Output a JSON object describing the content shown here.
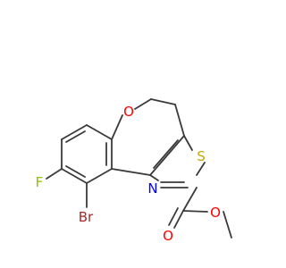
{
  "molecule": {
    "atoms": {
      "Br": {
        "text": "Br",
        "color": "#a52a2a"
      },
      "F": {
        "text": "F",
        "color": "#8fbf00"
      },
      "O_ring": {
        "text": "O",
        "color": "#ff0000"
      },
      "S": {
        "text": "S",
        "color": "#c8a800"
      },
      "N": {
        "text": "N",
        "color": "#0000ff"
      },
      "O_carbonyl": {
        "text": "O",
        "color": "#ff0000"
      },
      "O_ester": {
        "text": "O",
        "color": "#ff0000"
      }
    }
  }
}
